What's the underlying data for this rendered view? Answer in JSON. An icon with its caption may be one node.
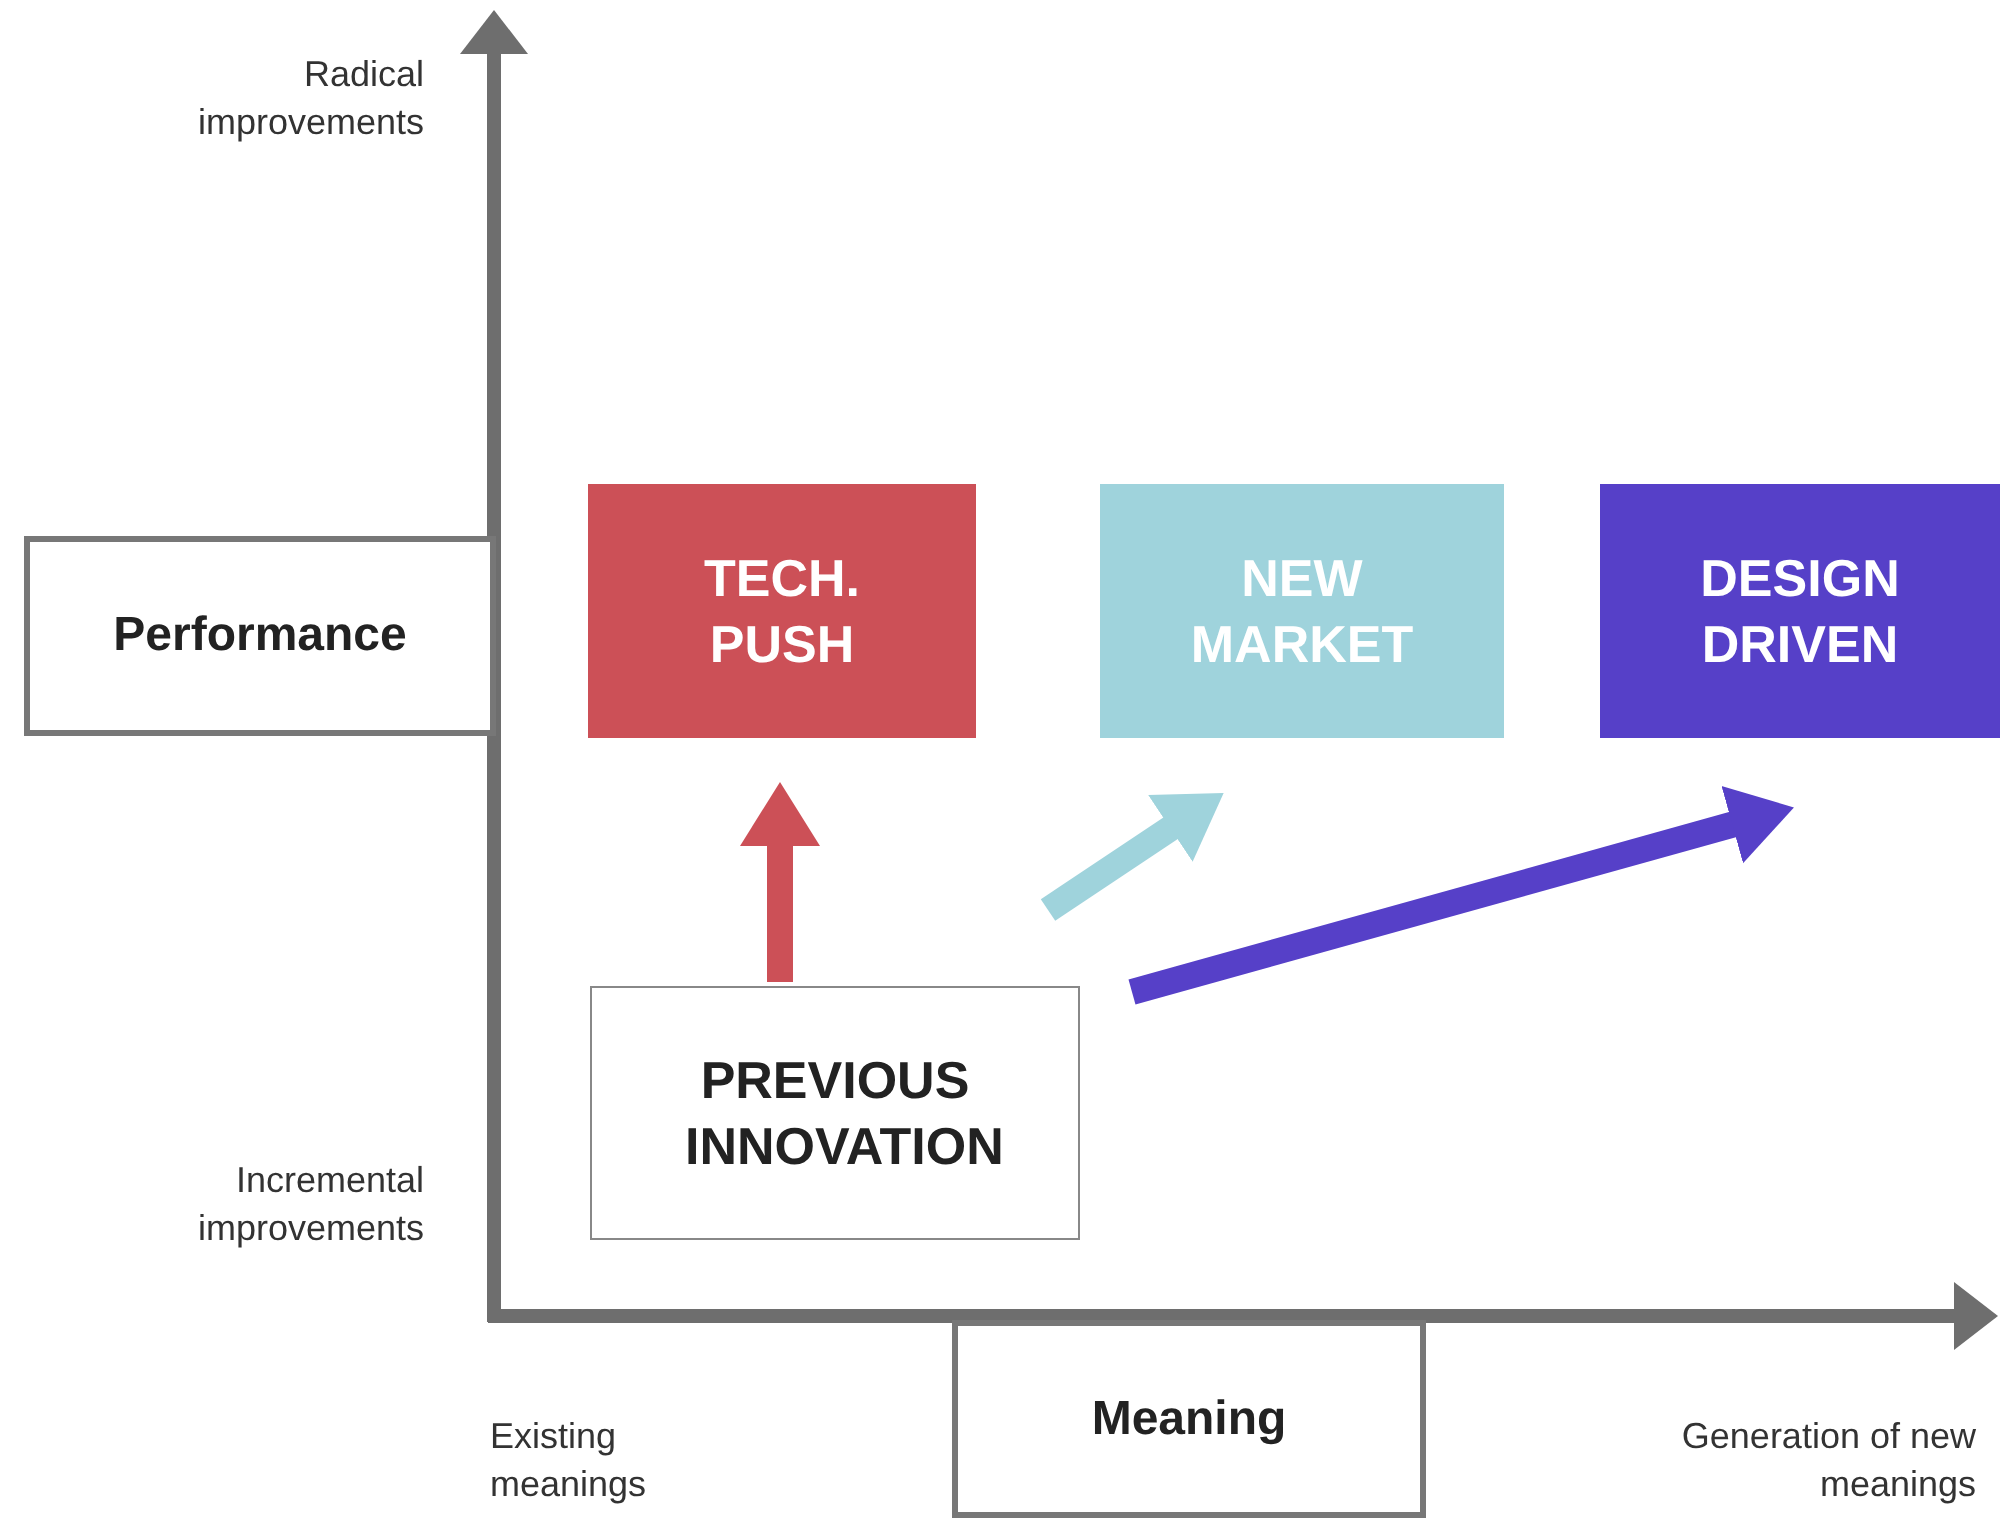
{
  "diagram": {
    "nodes": [
      {
        "text": [
          "Performance"
        ]
      },
      {
        "text": [
          "TECH. PUSH"
        ]
      },
      {
        "text": [
          "NEW MARKET"
        ]
      },
      {
        "text": [
          "DESIGN DRIVEN"
        ]
      },
      {
        "text": [
          "PREVIOUS INNOVATION"
        ]
      },
      {
        "text": [
          "Meaning"
        ]
      }
    ],
    "edges": [
      {
        "from": 4,
        "to": 1,
        "arrow": "to",
        "color": "#cc5057"
      },
      {
        "from": 4,
        "to": 2,
        "arrow": "to",
        "color": "#9fd3dc"
      },
      {
        "from": 4,
        "to": 3,
        "arrow": "to",
        "color": "#5640c8"
      }
    ],
    "labels": [
      "Radical improvements",
      "Incremental improvements",
      "Existing meanings",
      "Generation of new meanings"
    ]
  }
}
